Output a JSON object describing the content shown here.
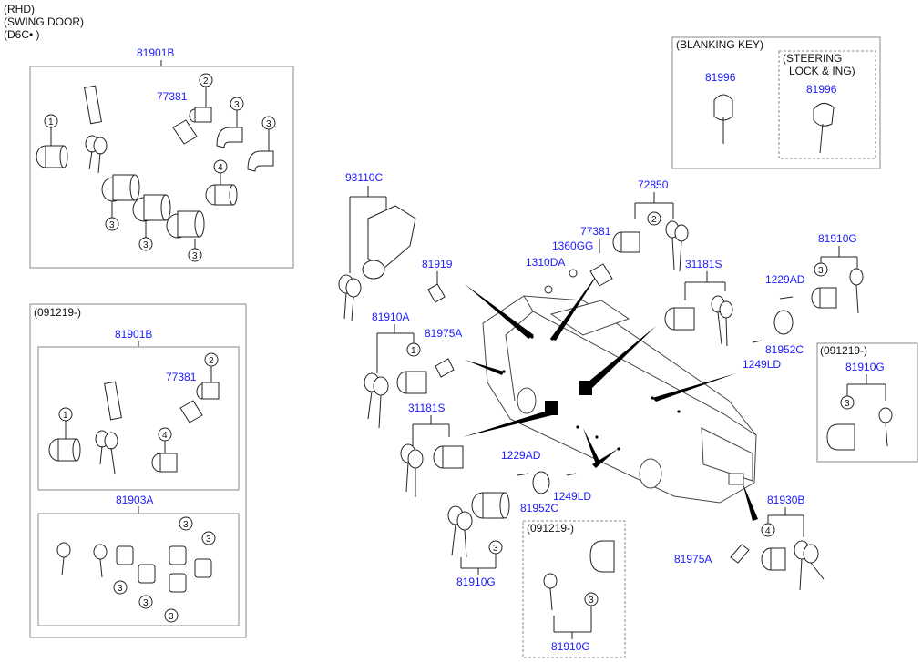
{
  "header": {
    "line1": "(RHD)",
    "line2": "(SWING DOOR)",
    "line3": "(D6C• )"
  },
  "labels": {
    "set1_81901B": "81901B",
    "set1_77381": "77381",
    "note_091219_a": "(091219-)",
    "set2_81901B": "81901B",
    "set2_77381": "77381",
    "set2_81903A": "81903A",
    "blanking_key": "(BLANKING KEY)",
    "blank_81996": "81996",
    "steering_line1": "(STEERING",
    "steering_line2": "LOCK & ING)",
    "steer_81996": "81996",
    "p93110C": "93110C",
    "p81919": "81919",
    "p72850": "72850",
    "p77381": "77381",
    "p1360GG": "1360GG",
    "p1310DA": "1310DA",
    "p31181S_top": "31181S",
    "p81910G_right": "81910G",
    "p1229AD_right": "1229AD",
    "p81952C_right": "81952C",
    "p1249LD_right": "1249LD",
    "note_091219_b": "(091219-)",
    "p81910G_box": "81910G",
    "p81910A": "81910A",
    "p81975A_top": "81975A",
    "p31181S_mid": "31181S",
    "p1229AD_mid": "1229AD",
    "p81952C_mid": "81952C",
    "p1249LD_mid": "1249LD",
    "p81910G_bottom": "81910G",
    "note_091219_c": "(091219-)",
    "p81910G_dash": "81910G",
    "p81930B": "81930B",
    "p81975A_bottom": "81975A"
  },
  "callouts": {
    "c1": "1",
    "c2": "2",
    "c3": "3",
    "c4": "4"
  },
  "colors": {
    "part_number": "#1a1aff",
    "line_art": "#222222",
    "box_border": "#888888"
  }
}
